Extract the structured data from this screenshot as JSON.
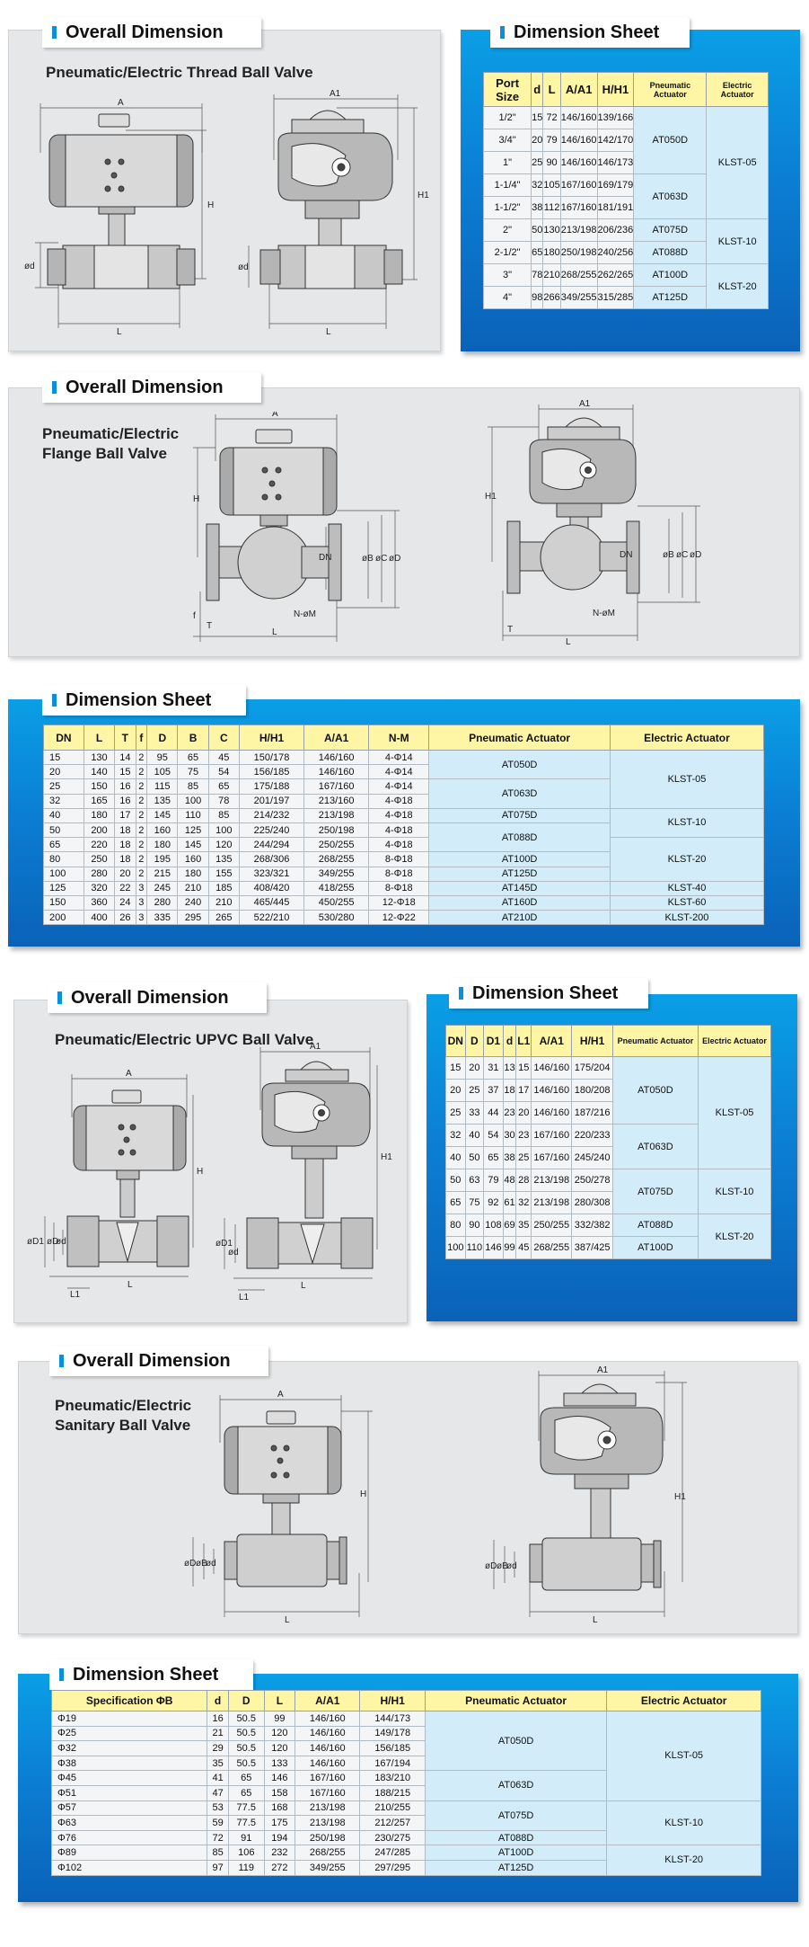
{
  "section_title": "Overall Dimension",
  "sheet_title": "Dimension Sheet",
  "thread": {
    "title": "Pneumatic/Electric Thread Ball Valve",
    "labels": {
      "a": "A",
      "a1": "A1",
      "h": "H",
      "h1": "H1",
      "l": "L",
      "d": "ød"
    },
    "headers": [
      "Port Size",
      "d",
      "L",
      "A/A1",
      "H/H1",
      "Pneumatic Actuator",
      "Electric Actuator"
    ],
    "rows": [
      [
        "1/2\"",
        "15",
        "72",
        "146/160",
        "139/166"
      ],
      [
        "3/4\"",
        "20",
        "79",
        "146/160",
        "142/170"
      ],
      [
        "1\"",
        "25",
        "90",
        "146/160",
        "146/173"
      ],
      [
        "1-1/4\"",
        "32",
        "105",
        "167/160",
        "169/179"
      ],
      [
        "1-1/2\"",
        "38",
        "112",
        "167/160",
        "181/191"
      ],
      [
        "2\"",
        "50",
        "130",
        "213/198",
        "206/236"
      ],
      [
        "2-1/2\"",
        "65",
        "180",
        "250/198",
        "240/256"
      ],
      [
        "3\"",
        "78",
        "210",
        "268/255",
        "262/265"
      ],
      [
        "4\"",
        "98",
        "266",
        "349/255",
        "315/285"
      ]
    ],
    "pneu": [
      "AT050D",
      "AT063D",
      "AT075D",
      "AT088D",
      "AT100D",
      "AT125D"
    ],
    "elec": [
      "KLST-05",
      "KLST-10",
      "KLST-20"
    ]
  },
  "flange": {
    "title_l1": "Pneumatic/Electric",
    "title_l2": "Flange Ball Valve",
    "labels": {
      "a": "A",
      "a1": "A1",
      "h": "H",
      "h1": "H1",
      "l": "L",
      "f": "f",
      "t": "T",
      "dn": "DN",
      "b": "øB",
      "c": "øC",
      "d": "øD",
      "nm": "N-øM"
    },
    "headers": [
      "DN",
      "L",
      "T",
      "f",
      "D",
      "B",
      "C",
      "H/H1",
      "A/A1",
      "N-M",
      "Pneumatic Actuator",
      "Electric Actuator"
    ],
    "rows": [
      [
        "15",
        "130",
        "14",
        "2",
        "95",
        "65",
        "45",
        "150/178",
        "146/160",
        "4-Φ14"
      ],
      [
        "20",
        "140",
        "15",
        "2",
        "105",
        "75",
        "54",
        "156/185",
        "146/160",
        "4-Φ14"
      ],
      [
        "25",
        "150",
        "16",
        "2",
        "115",
        "85",
        "65",
        "175/188",
        "167/160",
        "4-Φ14"
      ],
      [
        "32",
        "165",
        "16",
        "2",
        "135",
        "100",
        "78",
        "201/197",
        "213/160",
        "4-Φ18"
      ],
      [
        "40",
        "180",
        "17",
        "2",
        "145",
        "110",
        "85",
        "214/232",
        "213/198",
        "4-Φ18"
      ],
      [
        "50",
        "200",
        "18",
        "2",
        "160",
        "125",
        "100",
        "225/240",
        "250/198",
        "4-Φ18"
      ],
      [
        "65",
        "220",
        "18",
        "2",
        "180",
        "145",
        "120",
        "244/294",
        "250/255",
        "4-Φ18"
      ],
      [
        "80",
        "250",
        "18",
        "2",
        "195",
        "160",
        "135",
        "268/306",
        "268/255",
        "8-Φ18"
      ],
      [
        "100",
        "280",
        "20",
        "2",
        "215",
        "180",
        "155",
        "323/321",
        "349/255",
        "8-Φ18"
      ],
      [
        "125",
        "320",
        "22",
        "3",
        "245",
        "210",
        "185",
        "408/420",
        "418/255",
        "8-Φ18"
      ],
      [
        "150",
        "360",
        "24",
        "3",
        "280",
        "240",
        "210",
        "465/445",
        "450/255",
        "12-Φ18"
      ],
      [
        "200",
        "400",
        "26",
        "3",
        "335",
        "295",
        "265",
        "522/210",
        "530/280",
        "12-Φ22"
      ]
    ],
    "pneu": [
      "AT050D",
      "AT063D",
      "AT075D",
      "AT088D",
      "AT100D",
      "AT125D",
      "AT145D",
      "AT160D",
      "AT210D"
    ],
    "elec": [
      "KLST-05",
      "KLST-10",
      "KLST-20",
      "KLST-40",
      "KLST-60",
      "KLST-200"
    ]
  },
  "upvc": {
    "title": "Pneumatic/Electric UPVC Ball Valve",
    "labels": {
      "a": "A",
      "a1": "A1",
      "h": "H",
      "h1": "H1",
      "l": "L",
      "l1": "L1",
      "d1": "øD1",
      "d": "øD",
      "dd": "ød"
    },
    "headers": [
      "DN",
      "D",
      "D1",
      "d",
      "L1",
      "A/A1",
      "H/H1",
      "Pneumatic Actuator",
      "Electric Actuator"
    ],
    "rows": [
      [
        "15",
        "20",
        "31",
        "13",
        "15",
        "146/160",
        "175/204"
      ],
      [
        "20",
        "25",
        "37",
        "18",
        "17",
        "146/160",
        "180/208"
      ],
      [
        "25",
        "33",
        "44",
        "23",
        "20",
        "146/160",
        "187/216"
      ],
      [
        "32",
        "40",
        "54",
        "30",
        "23",
        "167/160",
        "220/233"
      ],
      [
        "40",
        "50",
        "65",
        "38",
        "25",
        "167/160",
        "245/240"
      ],
      [
        "50",
        "63",
        "79",
        "48",
        "28",
        "213/198",
        "250/278"
      ],
      [
        "65",
        "75",
        "92",
        "61",
        "32",
        "213/198",
        "280/308"
      ],
      [
        "80",
        "90",
        "108",
        "69",
        "35",
        "250/255",
        "332/382"
      ],
      [
        "100",
        "110",
        "146",
        "99",
        "45",
        "268/255",
        "387/425"
      ]
    ],
    "pneu": [
      "AT050D",
      "AT063D",
      "AT075D",
      "AT088D",
      "AT100D"
    ],
    "elec": [
      "KLST-05",
      "KLST-10",
      "KLST-20"
    ]
  },
  "sanitary": {
    "title_l1": "Pneumatic/Electric",
    "title_l2": "Sanitary Ball Valve",
    "labels": {
      "a": "A",
      "a1": "A1",
      "h": "H",
      "h1": "H1",
      "l": "L",
      "d": "øD",
      "b": "øB",
      "dd": "ød"
    },
    "headers": [
      "Specification ΦB",
      "d",
      "D",
      "L",
      "A/A1",
      "H/H1",
      "Pneumatic Actuator",
      "Electric Actuator"
    ],
    "rows": [
      [
        "Φ19",
        "16",
        "50.5",
        "99",
        "146/160",
        "144/173"
      ],
      [
        "Φ25",
        "21",
        "50.5",
        "120",
        "146/160",
        "149/178"
      ],
      [
        "Φ32",
        "29",
        "50.5",
        "120",
        "146/160",
        "156/185"
      ],
      [
        "Φ38",
        "35",
        "50.5",
        "133",
        "146/160",
        "167/194"
      ],
      [
        "Φ45",
        "41",
        "65",
        "146",
        "167/160",
        "183/210"
      ],
      [
        "Φ51",
        "47",
        "65",
        "158",
        "167/160",
        "188/215"
      ],
      [
        "Φ57",
        "53",
        "77.5",
        "168",
        "213/198",
        "210/255"
      ],
      [
        "Φ63",
        "59",
        "77.5",
        "175",
        "213/198",
        "212/257"
      ],
      [
        "Φ76",
        "72",
        "91",
        "194",
        "250/198",
        "230/275"
      ],
      [
        "Φ89",
        "85",
        "106",
        "232",
        "268/255",
        "247/285"
      ],
      [
        "Φ102",
        "97",
        "119",
        "272",
        "349/255",
        "297/295"
      ]
    ],
    "pneu": [
      "AT050D",
      "AT063D",
      "AT075D",
      "AT088D",
      "AT100D",
      "AT125D"
    ],
    "elec": [
      "KLST-05",
      "KLST-10",
      "KLST-20"
    ]
  }
}
